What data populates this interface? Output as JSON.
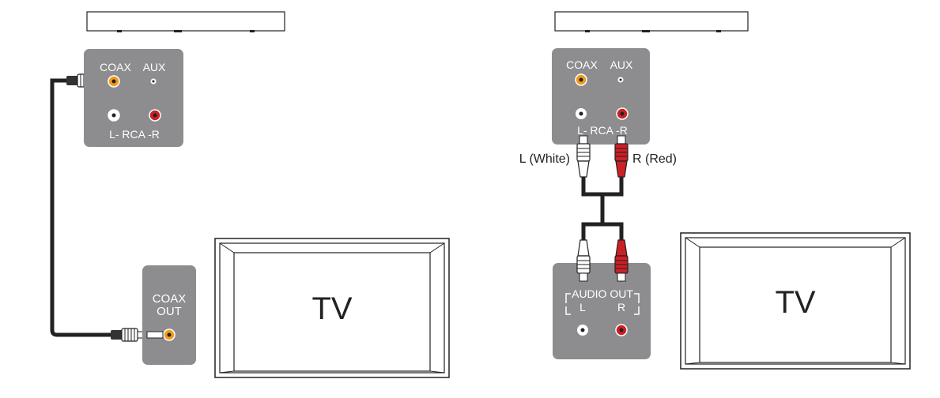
{
  "colors": {
    "panel": "#8d8d8f",
    "coax_jack": "#f09a1e",
    "red_jack": "#cc1f26",
    "white_jack": "#ffffff",
    "cable": "#222222",
    "outline": "#222222"
  },
  "left": {
    "soundbar_panel": {
      "coax": "COAX",
      "aux": "AUX",
      "rca": "L- RCA -R"
    },
    "tv_panel": {
      "line1": "COAX",
      "line2": "OUT"
    },
    "tv_label": "TV"
  },
  "right": {
    "soundbar_panel": {
      "coax": "COAX",
      "aux": "AUX",
      "rca": "L- RCA -R"
    },
    "plug_left_label": "L (White)",
    "plug_right_label": "R (Red)",
    "tv_panel": {
      "audio_out": "AUDIO OUT",
      "l": "L",
      "r": "R"
    },
    "tv_label": "TV"
  }
}
